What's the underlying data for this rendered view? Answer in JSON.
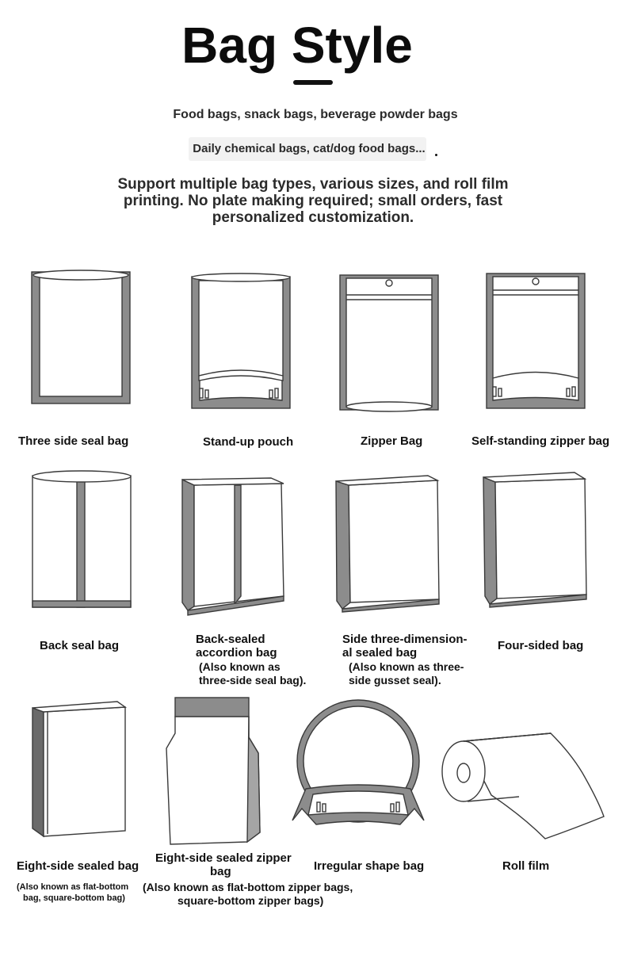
{
  "header": {
    "title": "Bag Style",
    "line1": "Food bags, snack bags, beverage powder bags",
    "line2": "Daily chemical bags, cat/dog food bags...",
    "description": "Support multiple bag types, various sizes, and roll film printing. No plate making required; small orders, fast personalized customization."
  },
  "bags": [
    {
      "label": "Three side seal bag"
    },
    {
      "label": "Stand-up pouch"
    },
    {
      "label": "Zipper Bag"
    },
    {
      "label": "Self-standing zipper bag"
    },
    {
      "label": "Back seal bag"
    },
    {
      "label_l1": "Back-sealed",
      "label_l2": "accordion bag",
      "note_l1": "(Also known as",
      "note_l2": "three-side seal bag)."
    },
    {
      "label_l1": "Side three-dimension-",
      "label_l2": "al sealed bag",
      "note_l1": "(Also known as three-",
      "note_l2": "side gusset seal)."
    },
    {
      "label": "Four-sided bag"
    },
    {
      "label": "Eight-side sealed bag",
      "note_l1": "(Also known as flat-bottom",
      "note_l2": "bag, square-bottom bag)"
    },
    {
      "label_l1": "Eight-side sealed zipper",
      "label_l2": "bag",
      "note_l1": "(Also known as flat-bottom zipper bags,",
      "note_l2": "square-bottom zipper bags)"
    },
    {
      "label": "Irregular shape bag"
    },
    {
      "label": "Roll film"
    }
  ],
  "colors": {
    "seal_gray": "#8c8c8c",
    "outline": "#3a3a3a",
    "text": "#111111"
  }
}
